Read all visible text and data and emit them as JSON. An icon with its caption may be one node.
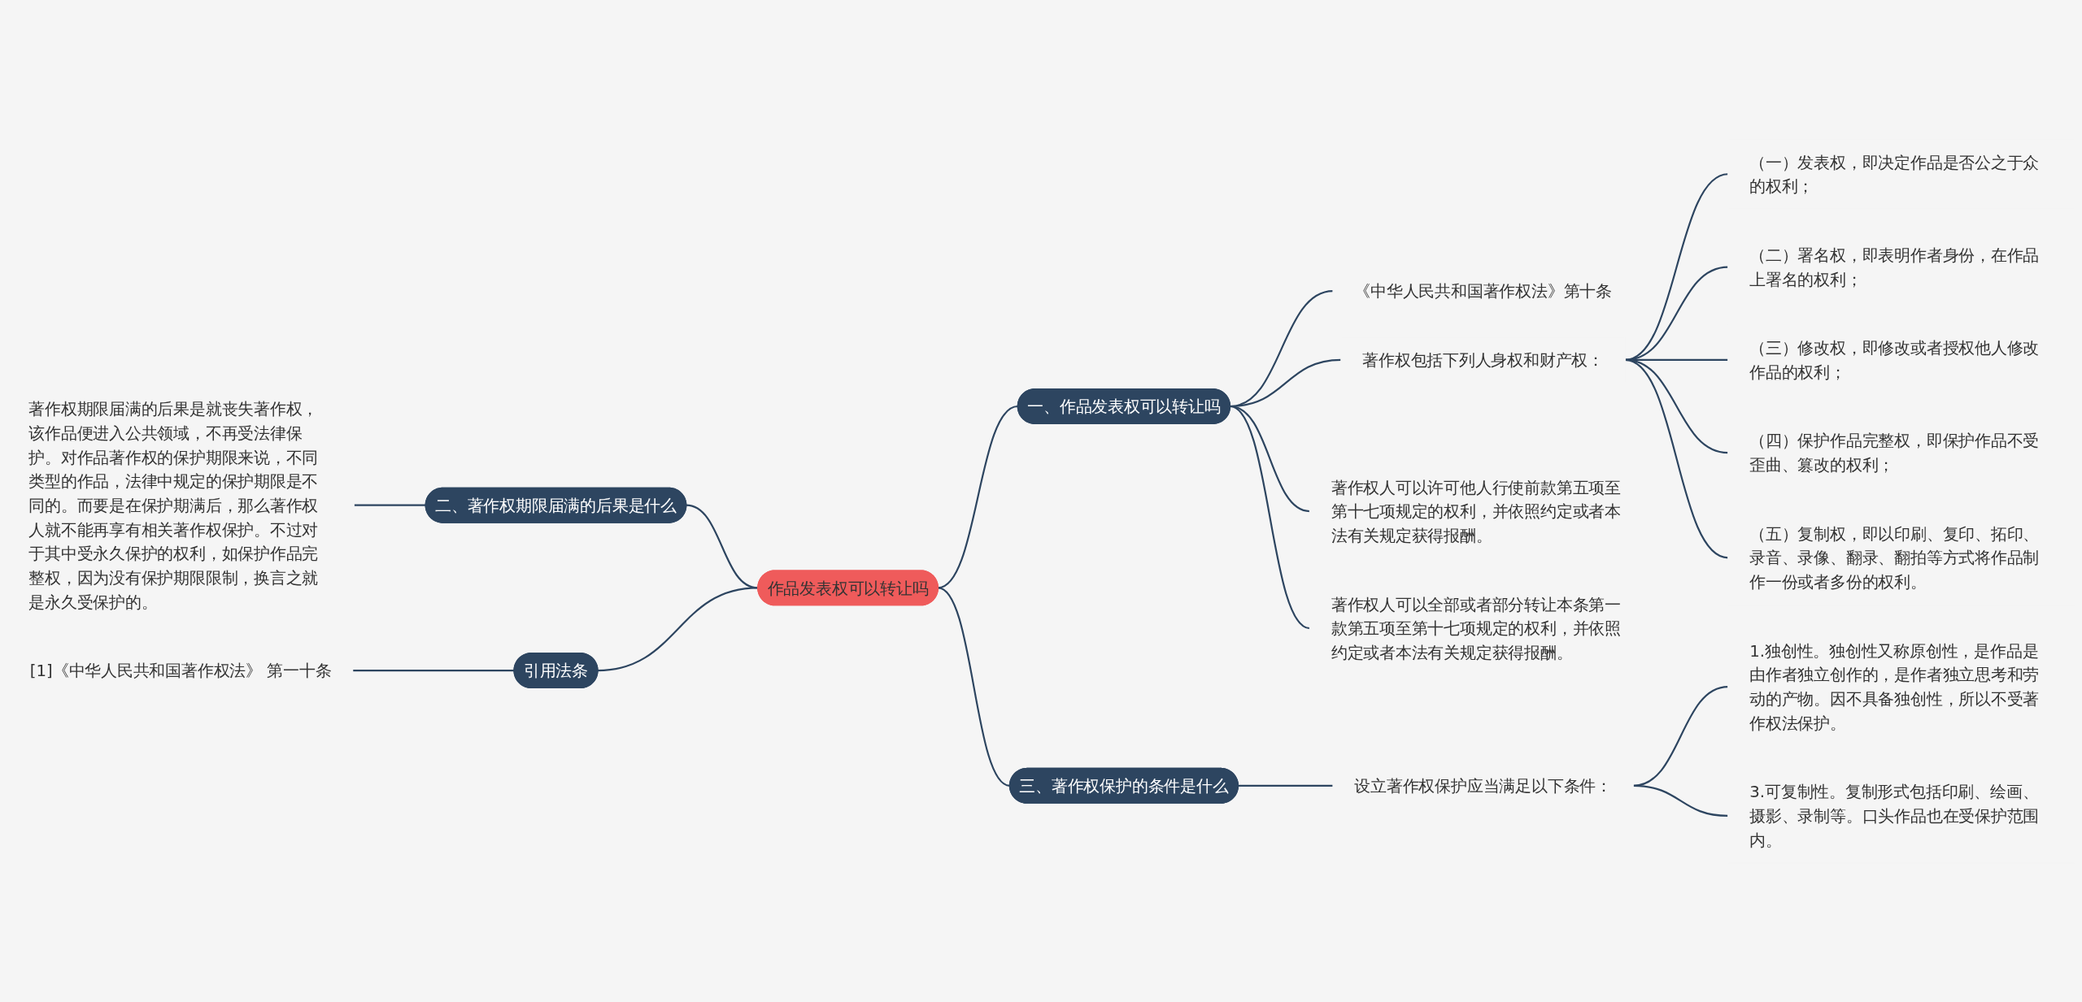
{
  "diagram": {
    "nodes": [
      {
        "text": [
          "作品发表权可以转让吗"
        ]
      },
      {
        "text": [
          "一、作品发表权可以转让吗"
        ]
      },
      {
        "text": [
          "《中华人民共和国著作权法》第十条"
        ]
      },
      {
        "text": [
          "著作权包括下列人身权和财产权："
        ]
      },
      {
        "text": [
          "（一）发表权，即决定作品是否公之于众的权利；"
        ]
      },
      {
        "text": [
          "（二）署名权，即表明作者身份，在作品上署名的权利；"
        ]
      },
      {
        "text": [
          "（三）修改权，即修改或者授权他人修改作品的权利；"
        ]
      },
      {
        "text": [
          "（四）保护作品完整权，即保护作品不受歪曲、篡改的权利；"
        ]
      },
      {
        "text": [
          "（五）复制权，即以印刷、复印、拓印、录音、录像、翻录、翻拍等方式将作品制作一份或者多份的权利。"
        ]
      },
      {
        "text": [
          "著作权人可以许可他人行使前款第五项至第十七项规定的权利，并依照约定或者本法有关规定获得报酬。"
        ]
      },
      {
        "text": [
          "著作权人可以全部或者部分转让本条第一款第五项至第十七项规定的权利，并依照约定或者本法有关规定获得报酬。"
        ]
      },
      {
        "text": [
          "二、著作权期限届满的后果是什么"
        ]
      },
      {
        "text": [
          "著作权期限届满的后果是就丧失著作权，该作品便进入公共领域，不再受法律保护。对作品著作权的保护期限来说，不同类型的作品，法律中规定的保护期限是不同的。而要是在保护期满后，那么著作权人就不能再享有相关著作权保护。不过对于其中受永久保护的权利，如保护作品完整权，因为没有保护期限限制，换言之就是永久受保护的。"
        ]
      },
      {
        "text": [
          "引用法条"
        ]
      },
      {
        "text": [
          "[1]《中华人民共和国著作权法》 第一十条"
        ]
      },
      {
        "text": [
          "三、著作权保护的条件是什么"
        ]
      },
      {
        "text": [
          "设立著作权保护应当满足以下条件："
        ]
      },
      {
        "text": [
          "1.独创性。独创性又称原创性，是作品是由作者独立创作的，是作者独立思考和劳动的产物。因不具备独创性，所以不受著作权法保护。"
        ]
      },
      {
        "text": [
          "3.可复制性。复制形式包括印刷、绘画、摄影、录制等。口头作品也在受保护范围内。"
        ]
      }
    ],
    "edges": [
      {
        "from": 0,
        "to": 1,
        "arrow": "none"
      },
      {
        "from": 1,
        "to": 2,
        "arrow": "none"
      },
      {
        "from": 1,
        "to": 3,
        "arrow": "none"
      },
      {
        "from": 3,
        "to": 4,
        "arrow": "none"
      },
      {
        "from": 3,
        "to": 5,
        "arrow": "none"
      },
      {
        "from": 3,
        "to": 6,
        "arrow": "none"
      },
      {
        "from": 3,
        "to": 7,
        "arrow": "none"
      },
      {
        "from": 3,
        "to": 8,
        "arrow": "none"
      },
      {
        "from": 1,
        "to": 9,
        "arrow": "none"
      },
      {
        "from": 1,
        "to": 10,
        "arrow": "none"
      },
      {
        "from": 11,
        "to": 0,
        "arrow": "none"
      },
      {
        "from": 12,
        "to": 11,
        "arrow": "none"
      },
      {
        "from": 13,
        "to": 0,
        "arrow": "none"
      },
      {
        "from": 14,
        "to": 13,
        "arrow": "none"
      },
      {
        "from": 0,
        "to": 15,
        "arrow": "none"
      },
      {
        "from": 15,
        "to": 16,
        "arrow": "none"
      },
      {
        "from": 16,
        "to": 17,
        "arrow": "none"
      },
      {
        "from": 16,
        "to": 18,
        "arrow": "none"
      }
    ]
  }
}
